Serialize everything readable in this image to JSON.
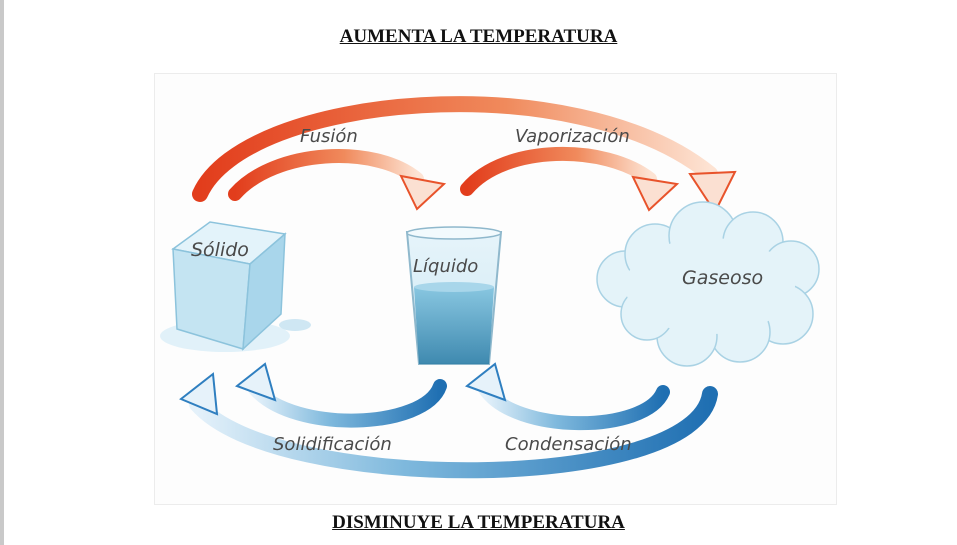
{
  "headings": {
    "top": "AUMENTA LA TEMPERATURA",
    "bottom": "DISMINUYE LA TEMPERATURA"
  },
  "states": {
    "solid": "Sólido",
    "liquid": "Líquido",
    "gas": "Gaseoso"
  },
  "processes": {
    "fusion": "Fusión",
    "vaporization": "Vaporización",
    "solidification": "Solidificación",
    "condensation": "Condensación"
  },
  "colors": {
    "heating_arrow": "#e8532b",
    "cooling_arrow": "#2f7fc0",
    "ice": "#bfe3f2",
    "water": "#4fa3c8",
    "cloud": "#d8eef6"
  }
}
